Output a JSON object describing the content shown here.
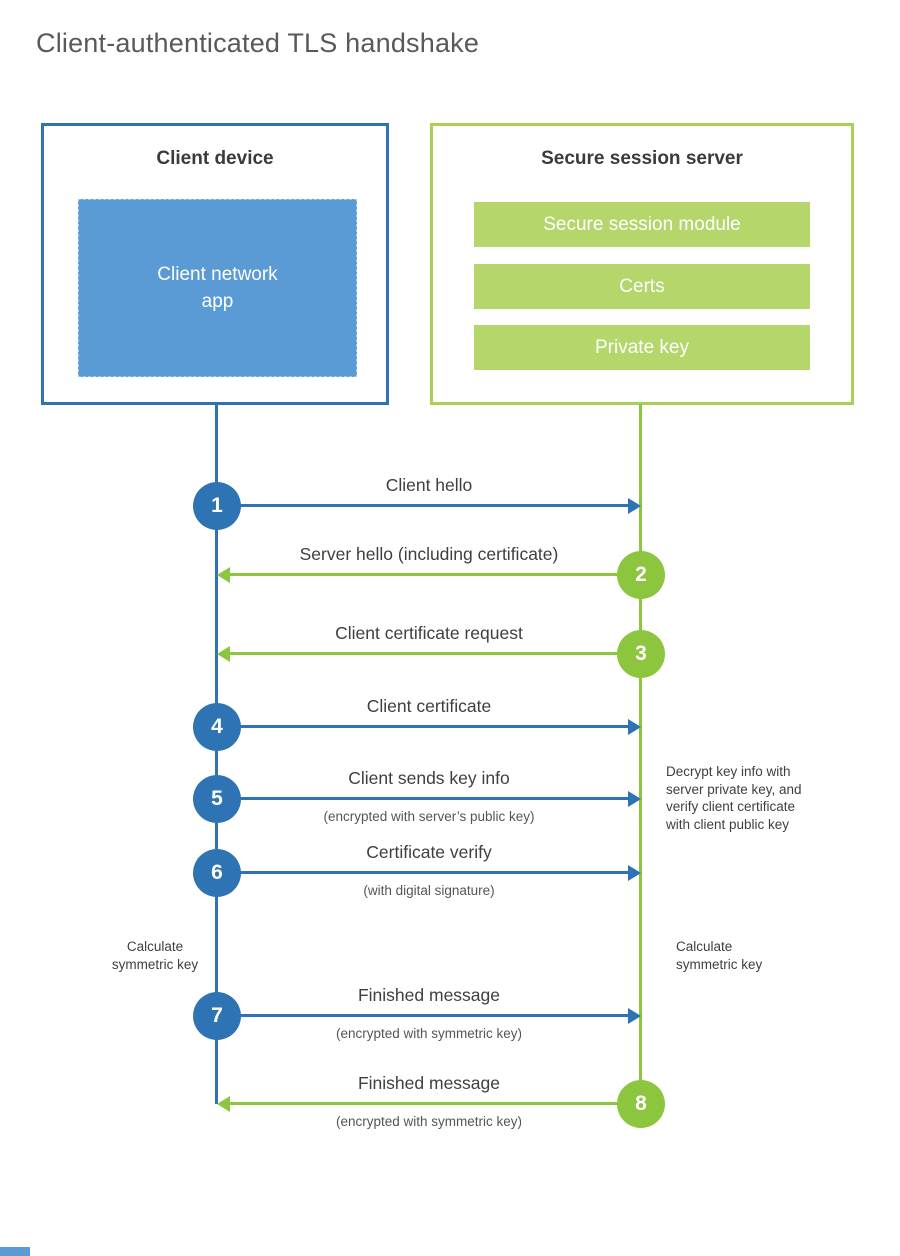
{
  "page": {
    "title": "Client-authenticated TLS handshake"
  },
  "client": {
    "title": "Client device",
    "app_label": "Client network\napp"
  },
  "server": {
    "title": "Secure session server",
    "modules": [
      "Secure session module",
      "Certs",
      "Private key"
    ]
  },
  "flows": [
    {
      "num": "1",
      "label": "Client hello",
      "sub": ""
    },
    {
      "num": "2",
      "label": "Server hello (including certificate)",
      "sub": ""
    },
    {
      "num": "3",
      "label": "Client certificate request",
      "sub": ""
    },
    {
      "num": "4",
      "label": "Client certificate",
      "sub": ""
    },
    {
      "num": "5",
      "label": "Client sends key info",
      "sub": "(encrypted with server’s public key)"
    },
    {
      "num": "6",
      "label": "Certificate verify",
      "sub": "(with digital signature)"
    },
    {
      "num": "7",
      "label": "Finished message",
      "sub": "(encrypted with symmetric key)"
    },
    {
      "num": "8",
      "label": "Finished message",
      "sub": "(encrypted with symmetric key)"
    }
  ],
  "notes": {
    "decrypt": "Decrypt key info with\nserver private key, and\nverify client certificate\nwith client public key",
    "calc_left": "Calculate\nsymmetric key",
    "calc_right": "Calculate\nsymmetric key"
  },
  "colors": {
    "blue": "#2e74b5",
    "blue_fill": "#5b9bd5",
    "green": "#8cc63f",
    "green_border": "#a9cf53",
    "green_fill": "#b4d66b"
  }
}
